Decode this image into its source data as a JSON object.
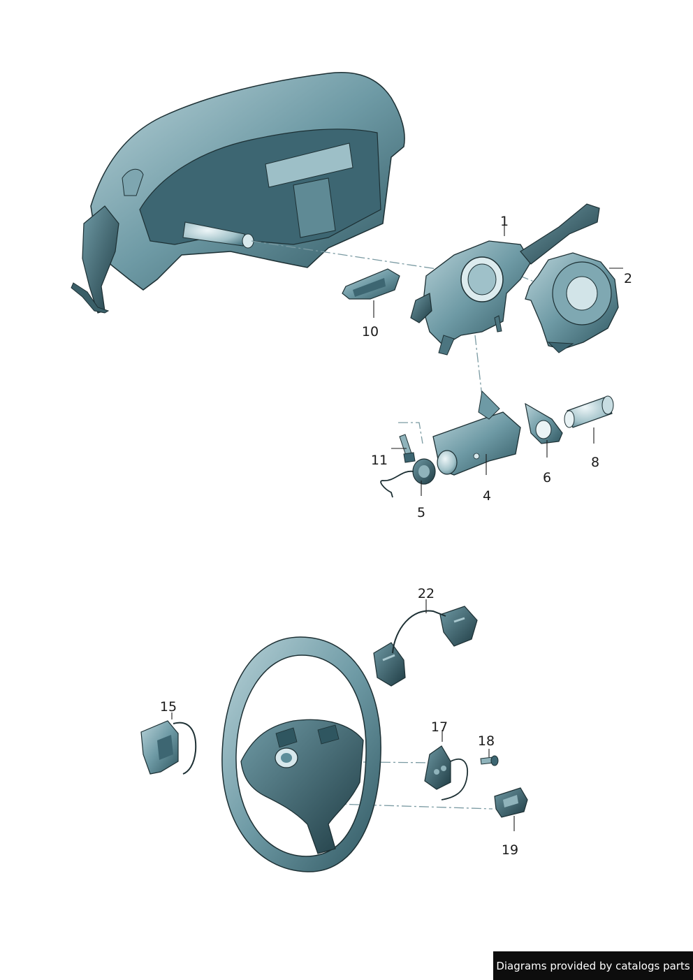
{
  "callouts": [
    {
      "id": "1",
      "label": "1"
    },
    {
      "id": "2",
      "label": "2"
    },
    {
      "id": "10",
      "label": "10"
    },
    {
      "id": "11",
      "label": "11"
    },
    {
      "id": "5",
      "label": "5"
    },
    {
      "id": "4",
      "label": "4"
    },
    {
      "id": "6",
      "label": "6"
    },
    {
      "id": "8",
      "label": "8"
    },
    {
      "id": "22",
      "label": "22"
    },
    {
      "id": "15",
      "label": "15"
    },
    {
      "id": "17",
      "label": "17"
    },
    {
      "id": "18",
      "label": "18"
    },
    {
      "id": "19",
      "label": "19"
    }
  ],
  "footer": {
    "text": "Diagrams provided by catalogs parts"
  },
  "colors": {
    "part_fill": "#5d8e9a",
    "part_light": "#a9c8cf",
    "part_dark": "#23444c",
    "outline": "#1c2f33",
    "leader": "#7a9aa2",
    "footer_bg": "#0d0d0d"
  }
}
